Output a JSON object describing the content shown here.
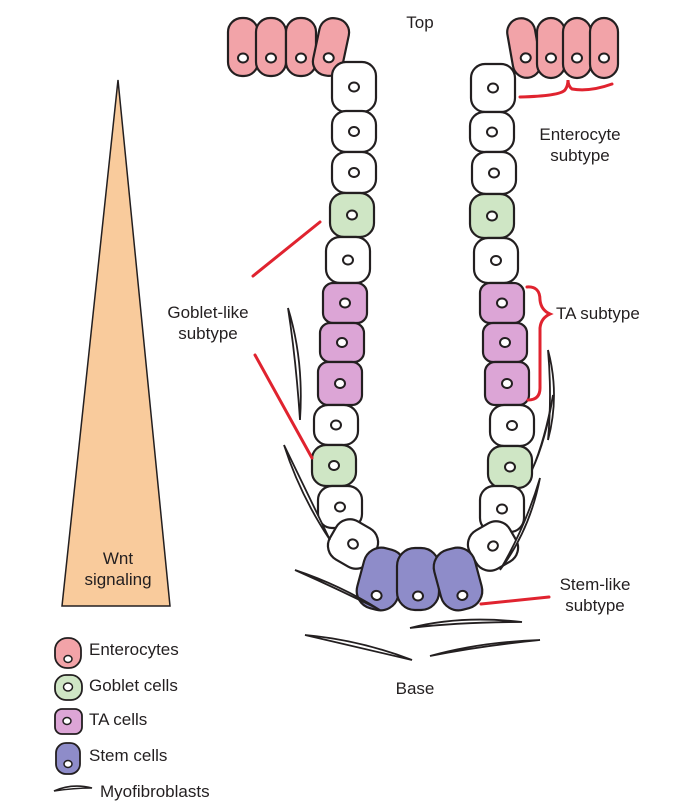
{
  "labels": {
    "top": "Top",
    "base": "Base",
    "enterocyte_subtype": [
      "Enterocyte",
      "subtype"
    ],
    "ta_subtype": "TA subtype",
    "goblet_like_subtype": [
      "Goblet-like",
      "subtype"
    ],
    "stem_like_subtype": [
      "Stem-like",
      "subtype"
    ],
    "wnt_signaling": [
      "Wnt",
      "signaling"
    ]
  },
  "legend": [
    {
      "label": "Enterocytes",
      "cell_type": "enterocyte"
    },
    {
      "label": "Goblet cells",
      "cell_type": "goblet"
    },
    {
      "label": "TA cells",
      "cell_type": "ta"
    },
    {
      "label": "Stem cells",
      "cell_type": "stem"
    },
    {
      "label": "Myofibroblasts",
      "cell_type": "myofibroblast"
    }
  ],
  "crypt": {
    "left_wall_top_to_bottom": [
      "plain",
      "plain",
      "plain",
      "goblet",
      "plain",
      "ta",
      "ta",
      "ta",
      "plain",
      "goblet",
      "plain"
    ],
    "right_wall_top_to_bottom": [
      "plain",
      "plain",
      "plain",
      "goblet",
      "plain",
      "ta",
      "ta",
      "ta",
      "plain",
      "goblet",
      "plain"
    ],
    "base_cells": [
      "stem",
      "stem",
      "stem"
    ],
    "left_villus_cells": 4,
    "right_villus_cells": 4
  },
  "colors": {
    "enterocyte": "#f2a3a8",
    "goblet": "#cfe6c5",
    "ta": "#dca5d6",
    "stem": "#8e8cc9",
    "plain": "#ffffff",
    "bracket": "#e0232f",
    "wnt_gradient": "#f9cb9c",
    "outline": "#231f20"
  }
}
